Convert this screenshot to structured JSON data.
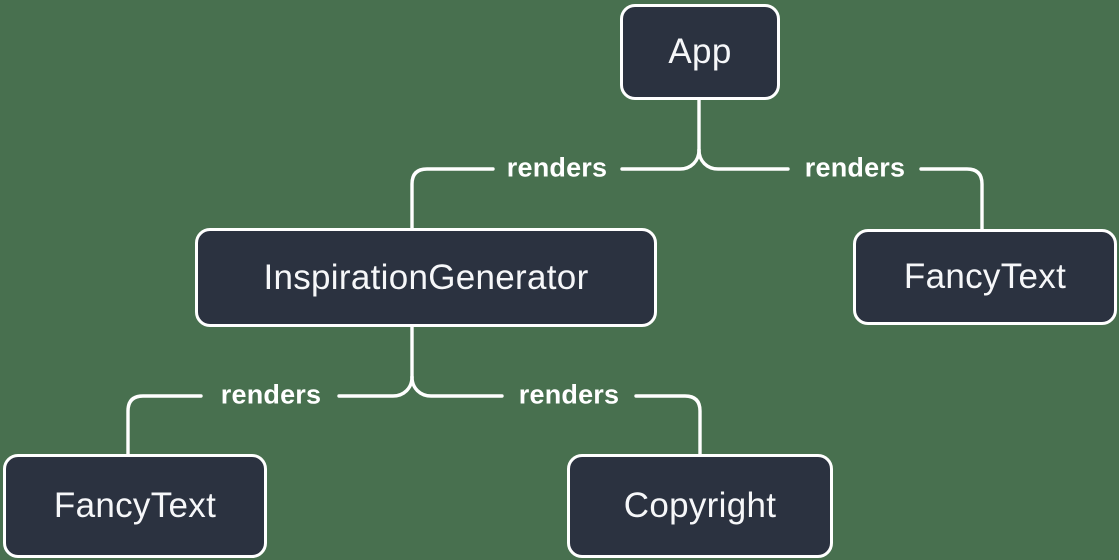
{
  "diagram": {
    "type": "component-render-tree",
    "background_color": "#48704f",
    "node_fill_color": "#2b3240",
    "node_border_color": "#ffffff",
    "node_text_color": "#f6f7f9",
    "connector_color": "#ffffff",
    "nodes": [
      {
        "id": "app",
        "label": "App"
      },
      {
        "id": "inspiration-generator",
        "label": "InspirationGenerator"
      },
      {
        "id": "fancy-text-top",
        "label": "FancyText"
      },
      {
        "id": "fancy-text-bottom",
        "label": "FancyText"
      },
      {
        "id": "copyright",
        "label": "Copyright"
      }
    ],
    "edges": [
      {
        "from": "App",
        "to": "InspirationGenerator",
        "label": "renders"
      },
      {
        "from": "App",
        "to": "FancyText",
        "label": "renders"
      },
      {
        "from": "InspirationGenerator",
        "to": "FancyText",
        "label": "renders"
      },
      {
        "from": "InspirationGenerator",
        "to": "Copyright",
        "label": "renders"
      }
    ]
  }
}
